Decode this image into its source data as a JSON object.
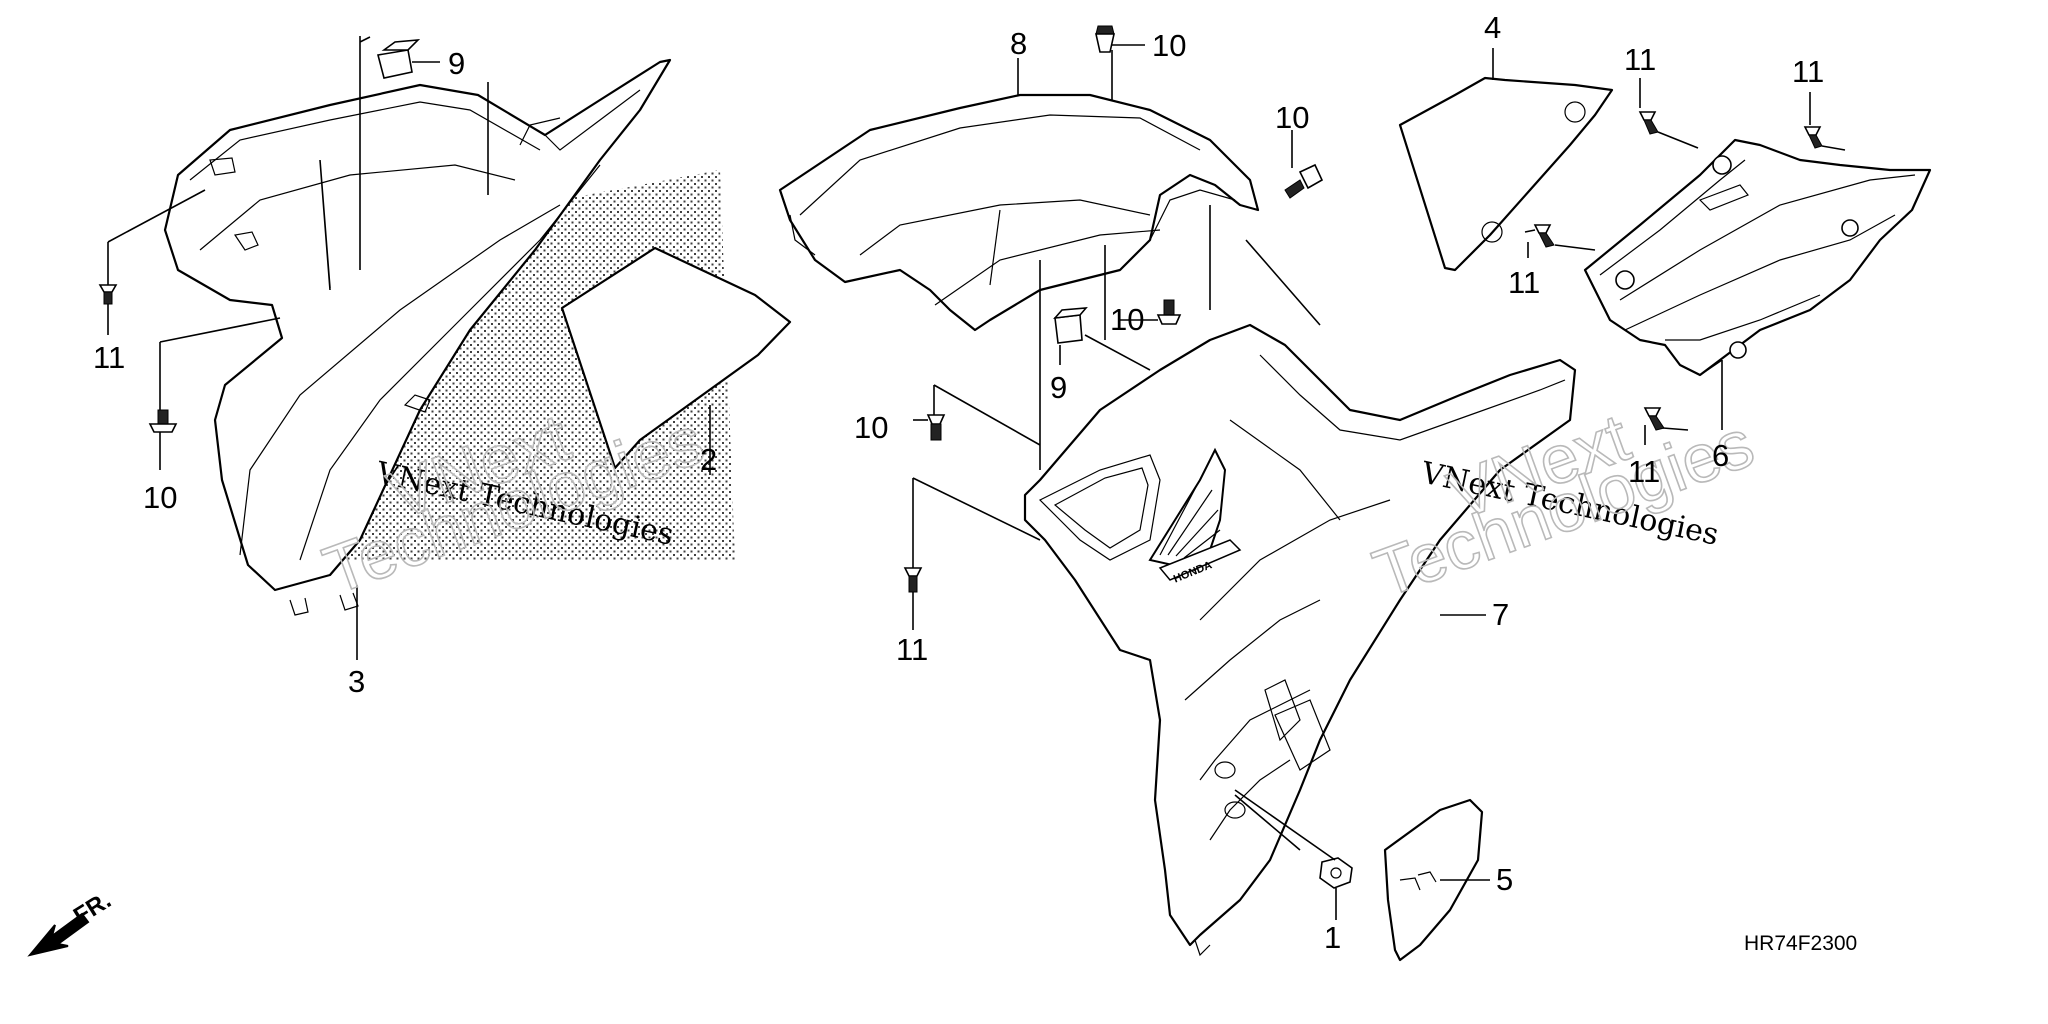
{
  "diagram": {
    "callouts": {
      "c9a": "9",
      "c11a": "11",
      "c10a": "10",
      "c3": "3",
      "c2": "2",
      "c8": "8",
      "c10b": "10",
      "c10c": "10",
      "c10d": "10",
      "c9b": "9",
      "c10e": "10",
      "c11b": "11",
      "c4": "4",
      "c11c": "11",
      "c11d": "11",
      "c11e": "11",
      "c11f": "11",
      "c6": "6",
      "c7": "7",
      "c5": "5",
      "c1": "1"
    },
    "direction_label": "FR.",
    "drawing_code": "HR74F2300",
    "watermark": {
      "left_serif": "VNext Technologies",
      "left_outline_1": "VNext",
      "left_outline_2": "Technologies",
      "right_serif": "VNext Technologies",
      "right_outline_1": "VNext",
      "right_outline_2": "Technologies"
    },
    "emblem_text": "HONDA"
  }
}
